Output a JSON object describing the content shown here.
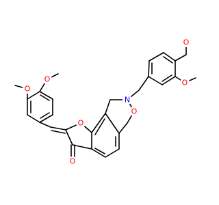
{
  "colors": {
    "bond": "#000000",
    "oxygen": "#ff0000",
    "nitrogen": "#0000ff",
    "background": "#ffffff"
  },
  "atom_labels": {
    "methoxy_o_top_right_upper": "O",
    "methoxy_o_top_right_lower": "O",
    "methoxy_o_left_upper": "O",
    "methoxy_o_left_lower": "O",
    "ring_nitrogen": "N",
    "oxazine_oxygen": "O",
    "furan_oxygen": "O",
    "ketone_oxygen": "O"
  }
}
